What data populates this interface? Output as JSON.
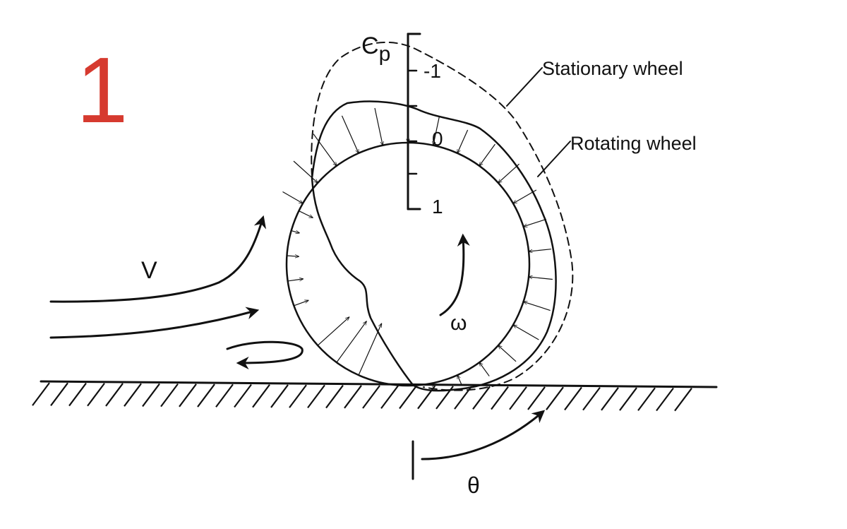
{
  "figure": {
    "number": "1",
    "number_color": "#d63a2f",
    "ink_color": "#111111",
    "labels": {
      "cp_main": "C",
      "cp_sub": "p",
      "tick_minus1": "-1",
      "tick_0": "0",
      "tick_1": "1",
      "stationary": "Stationary wheel",
      "rotating": "Rotating wheel",
      "velocity": "V",
      "omega": "ω",
      "theta": "θ"
    }
  }
}
